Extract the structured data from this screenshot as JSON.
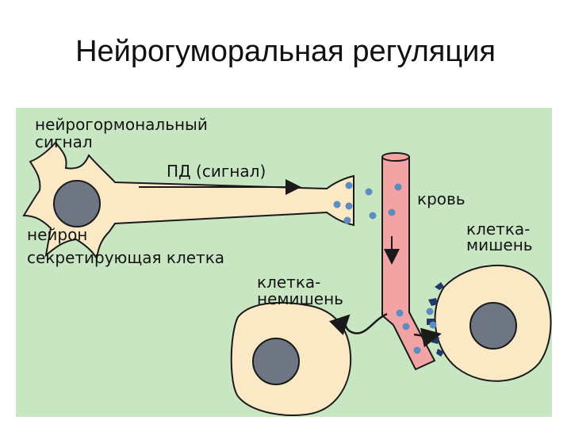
{
  "title": "Нейрогуморальная регуляция",
  "labels": {
    "neurohormonal_signal_line1": "нейрогормональный",
    "neurohormonal_signal_line2": "сигнал",
    "ap_signal": "ПД (сигнал)",
    "blood": "кровь",
    "target_cell_line1": "клетка-",
    "target_cell_line2": "мишень",
    "neuron": "нейрон",
    "secretory_cell": "секретирующая клетка",
    "nontarget_cell_line1": "клетка-",
    "nontarget_cell_line2": "немишень"
  },
  "colors": {
    "panel": "#c9e6c3",
    "cell_fill": "#fbe9c6",
    "cell_stroke": "#1a1a1a",
    "nucleus": "#6f7683",
    "vessel": "#f2a3a3",
    "hormone_dot": "#5b8dc2",
    "receptor": "#203a6a"
  }
}
